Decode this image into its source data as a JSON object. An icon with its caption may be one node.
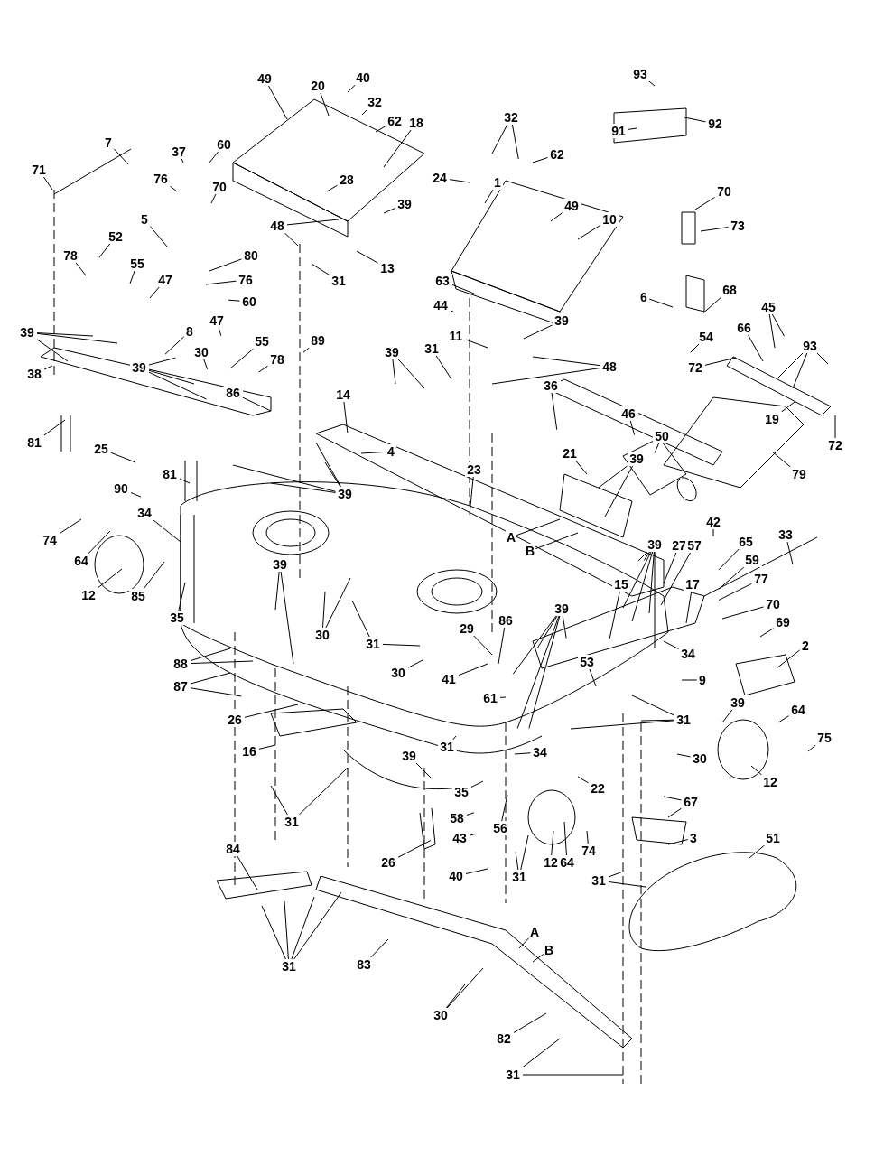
{
  "diagram": {
    "nodes": [
      {
        "text": [
          "93"
        ]
      },
      {
        "text": [
          "40"
        ]
      },
      {
        "text": [
          "49"
        ]
      },
      {
        "text": [
          "20"
        ]
      },
      {
        "text": [
          "32"
        ]
      },
      {
        "text": [
          "32"
        ]
      },
      {
        "text": [
          "18"
        ]
      },
      {
        "text": [
          "62"
        ]
      },
      {
        "text": [
          "92"
        ]
      },
      {
        "text": [
          "91"
        ]
      },
      {
        "text": [
          "7"
        ]
      },
      {
        "text": [
          "60"
        ]
      },
      {
        "text": [
          "37"
        ]
      },
      {
        "text": [
          "62"
        ]
      },
      {
        "text": [
          "71"
        ]
      },
      {
        "text": [
          "24"
        ]
      },
      {
        "text": [
          "76"
        ]
      },
      {
        "text": [
          "28"
        ]
      },
      {
        "text": [
          "1"
        ]
      },
      {
        "text": [
          "70"
        ]
      },
      {
        "text": [
          "70"
        ]
      },
      {
        "text": [
          "39"
        ]
      },
      {
        "text": [
          "49"
        ]
      },
      {
        "text": [
          "5"
        ]
      },
      {
        "text": [
          "10"
        ]
      },
      {
        "text": [
          "48"
        ]
      },
      {
        "text": [
          "73"
        ]
      },
      {
        "text": [
          "52"
        ]
      },
      {
        "text": [
          "78"
        ]
      },
      {
        "text": [
          "80"
        ]
      },
      {
        "text": [
          "55"
        ]
      },
      {
        "text": [
          "13"
        ]
      },
      {
        "text": [
          "76"
        ]
      },
      {
        "text": [
          "47"
        ]
      },
      {
        "text": [
          "63"
        ]
      },
      {
        "text": [
          "31"
        ]
      },
      {
        "text": [
          "68"
        ]
      },
      {
        "text": [
          "6"
        ]
      },
      {
        "text": [
          "60"
        ]
      },
      {
        "text": [
          "44"
        ]
      },
      {
        "text": [
          "45"
        ]
      },
      {
        "text": [
          "39"
        ]
      },
      {
        "text": [
          "47"
        ]
      },
      {
        "text": [
          "66"
        ]
      },
      {
        "text": [
          "39"
        ]
      },
      {
        "text": [
          "8"
        ]
      },
      {
        "text": [
          "11"
        ]
      },
      {
        "text": [
          "54"
        ]
      },
      {
        "text": [
          "55"
        ]
      },
      {
        "text": [
          "89"
        ]
      },
      {
        "text": [
          "93"
        ]
      },
      {
        "text": [
          "31"
        ]
      },
      {
        "text": [
          "30"
        ]
      },
      {
        "text": [
          "39"
        ]
      },
      {
        "text": [
          "78"
        ]
      },
      {
        "text": [
          "48"
        ]
      },
      {
        "text": [
          "72"
        ]
      },
      {
        "text": [
          "39"
        ]
      },
      {
        "text": [
          "38"
        ]
      },
      {
        "text": [
          "36"
        ]
      },
      {
        "text": [
          "86"
        ]
      },
      {
        "text": [
          "14"
        ]
      },
      {
        "text": [
          "46"
        ]
      },
      {
        "text": [
          "19"
        ]
      },
      {
        "text": [
          "50"
        ]
      },
      {
        "text": [
          "81"
        ]
      },
      {
        "text": [
          "72"
        ]
      },
      {
        "text": [
          "25"
        ]
      },
      {
        "text": [
          "4"
        ]
      },
      {
        "text": [
          "21"
        ]
      },
      {
        "text": [
          "39"
        ]
      },
      {
        "text": [
          "23"
        ]
      },
      {
        "text": [
          "81"
        ]
      },
      {
        "text": [
          "79"
        ]
      },
      {
        "text": [
          "90"
        ]
      },
      {
        "text": [
          "39"
        ]
      },
      {
        "text": [
          "34"
        ]
      },
      {
        "text": [
          "42"
        ]
      },
      {
        "text": [
          "33"
        ]
      },
      {
        "text": [
          "A"
        ]
      },
      {
        "text": [
          "74"
        ]
      },
      {
        "text": [
          "65"
        ]
      },
      {
        "text": [
          "39"
        ]
      },
      {
        "text": [
          "27"
        ]
      },
      {
        "text": [
          "57"
        ]
      },
      {
        "text": [
          "B"
        ]
      },
      {
        "text": [
          "59"
        ]
      },
      {
        "text": [
          "64"
        ]
      },
      {
        "text": [
          "39"
        ]
      },
      {
        "text": [
          "77"
        ]
      },
      {
        "text": [
          "15"
        ]
      },
      {
        "text": [
          "17"
        ]
      },
      {
        "text": [
          "12"
        ]
      },
      {
        "text": [
          "85"
        ]
      },
      {
        "text": [
          "70"
        ]
      },
      {
        "text": [
          "39"
        ]
      },
      {
        "text": [
          "35"
        ]
      },
      {
        "text": [
          "86"
        ]
      },
      {
        "text": [
          "69"
        ]
      },
      {
        "text": [
          "29"
        ]
      },
      {
        "text": [
          "30"
        ]
      },
      {
        "text": [
          "31"
        ]
      },
      {
        "text": [
          "2"
        ]
      },
      {
        "text": [
          "34"
        ]
      },
      {
        "text": [
          "53"
        ]
      },
      {
        "text": [
          "88"
        ]
      },
      {
        "text": [
          "30"
        ]
      },
      {
        "text": [
          "41"
        ]
      },
      {
        "text": [
          "9"
        ]
      },
      {
        "text": [
          "87"
        ]
      },
      {
        "text": [
          "31"
        ]
      },
      {
        "text": [
          "61"
        ]
      },
      {
        "text": [
          "39"
        ]
      },
      {
        "text": [
          "64"
        ]
      },
      {
        "text": [
          "26"
        ]
      },
      {
        "text": [
          "75"
        ]
      },
      {
        "text": [
          "31"
        ]
      },
      {
        "text": [
          "16"
        ]
      },
      {
        "text": [
          "34"
        ]
      },
      {
        "text": [
          "39"
        ]
      },
      {
        "text": [
          "30"
        ]
      },
      {
        "text": [
          "12"
        ]
      },
      {
        "text": [
          "22"
        ]
      },
      {
        "text": [
          "35"
        ]
      },
      {
        "text": [
          "67"
        ]
      },
      {
        "text": [
          "58"
        ]
      },
      {
        "text": [
          "31"
        ]
      },
      {
        "text": [
          "56"
        ]
      },
      {
        "text": [
          "3"
        ]
      },
      {
        "text": [
          "43"
        ]
      },
      {
        "text": [
          "51"
        ]
      },
      {
        "text": [
          "84"
        ]
      },
      {
        "text": [
          "74"
        ]
      },
      {
        "text": [
          "12"
        ]
      },
      {
        "text": [
          "64"
        ]
      },
      {
        "text": [
          "26"
        ]
      },
      {
        "text": [
          "40"
        ]
      },
      {
        "text": [
          "31"
        ]
      },
      {
        "text": [
          "31"
        ]
      },
      {
        "text": [
          "A"
        ]
      },
      {
        "text": [
          "B"
        ]
      },
      {
        "text": [
          "83"
        ]
      },
      {
        "text": [
          "31"
        ]
      },
      {
        "text": [
          "30"
        ]
      },
      {
        "text": [
          "82"
        ]
      },
      {
        "text": [
          "31"
        ]
      }
    ],
    "edges": [
      {
        "from": 0,
        "to": null,
        "arrow": "none"
      },
      {
        "from": 1,
        "to": null,
        "arrow": "none"
      },
      {
        "from": 2,
        "to": null,
        "arrow": "none"
      },
      {
        "from": 3,
        "to": null,
        "arrow": "none"
      },
      {
        "from": 4,
        "to": null,
        "arrow": "none"
      },
      {
        "from": 5,
        "to": null,
        "arrow": "none"
      },
      {
        "from": 5,
        "to": null,
        "arrow": "none"
      },
      {
        "from": 6,
        "to": null,
        "arrow": "none"
      },
      {
        "from": 7,
        "to": null,
        "arrow": "none"
      },
      {
        "from": 8,
        "to": null,
        "arrow": "none"
      },
      {
        "from": 9,
        "to": null,
        "arrow": "none"
      },
      {
        "from": 10,
        "to": null,
        "arrow": "none"
      },
      {
        "from": 11,
        "to": null,
        "arrow": "none"
      },
      {
        "from": 12,
        "to": null,
        "arrow": "none"
      },
      {
        "from": 13,
        "to": null,
        "arrow": "none"
      },
      {
        "from": 14,
        "to": null,
        "arrow": "none"
      },
      {
        "from": 15,
        "to": null,
        "arrow": "none"
      },
      {
        "from": 16,
        "to": null,
        "arrow": "none"
      },
      {
        "from": 17,
        "to": null,
        "arrow": "none"
      },
      {
        "from": 18,
        "to": null,
        "arrow": "none"
      },
      {
        "from": 19,
        "to": null,
        "arrow": "none"
      },
      {
        "from": 20,
        "to": null,
        "arrow": "none"
      },
      {
        "from": 21,
        "to": null,
        "arrow": "none"
      },
      {
        "from": 22,
        "to": null,
        "arrow": "none"
      },
      {
        "from": 23,
        "to": null,
        "arrow": "none"
      },
      {
        "from": 24,
        "to": null,
        "arrow": "none"
      },
      {
        "from": 25,
        "to": null,
        "arrow": "none"
      },
      {
        "from": 25,
        "to": null,
        "arrow": "none"
      },
      {
        "from": 26,
        "to": null,
        "arrow": "none"
      },
      {
        "from": 27,
        "to": null,
        "arrow": "none"
      },
      {
        "from": 28,
        "to": null,
        "arrow": "none"
      },
      {
        "from": 29,
        "to": null,
        "arrow": "none"
      },
      {
        "from": 30,
        "to": null,
        "arrow": "none"
      },
      {
        "from": 31,
        "to": null,
        "arrow": "none"
      },
      {
        "from": 32,
        "to": null,
        "arrow": "none"
      },
      {
        "from": 33,
        "to": null,
        "arrow": "none"
      },
      {
        "from": 34,
        "to": null,
        "arrow": "none"
      },
      {
        "from": 35,
        "to": null,
        "arrow": "none"
      },
      {
        "from": 36,
        "to": null,
        "arrow": "none"
      },
      {
        "from": 37,
        "to": null,
        "arrow": "none"
      },
      {
        "from": 38,
        "to": null,
        "arrow": "none"
      },
      {
        "from": 39,
        "to": null,
        "arrow": "none"
      },
      {
        "from": 40,
        "to": null,
        "arrow": "none"
      },
      {
        "from": 40,
        "to": null,
        "arrow": "none"
      },
      {
        "from": 41,
        "to": null,
        "arrow": "none"
      },
      {
        "from": 42,
        "to": null,
        "arrow": "none"
      },
      {
        "from": 43,
        "to": null,
        "arrow": "none"
      },
      {
        "from": 44,
        "to": null,
        "arrow": "none"
      },
      {
        "from": 44,
        "to": null,
        "arrow": "none"
      },
      {
        "from": 44,
        "to": null,
        "arrow": "none"
      },
      {
        "from": 45,
        "to": null,
        "arrow": "none"
      },
      {
        "from": 46,
        "to": null,
        "arrow": "none"
      },
      {
        "from": 47,
        "to": null,
        "arrow": "none"
      },
      {
        "from": 48,
        "to": null,
        "arrow": "none"
      },
      {
        "from": 49,
        "to": null,
        "arrow": "none"
      },
      {
        "from": 50,
        "to": null,
        "arrow": "none"
      },
      {
        "from": 50,
        "to": null,
        "arrow": "none"
      },
      {
        "from": 50,
        "to": null,
        "arrow": "none"
      },
      {
        "from": 51,
        "to": null,
        "arrow": "none"
      },
      {
        "from": 52,
        "to": null,
        "arrow": "none"
      },
      {
        "from": 53,
        "to": null,
        "arrow": "none"
      },
      {
        "from": 53,
        "to": null,
        "arrow": "none"
      },
      {
        "from": 54,
        "to": null,
        "arrow": "none"
      },
      {
        "from": 55,
        "to": null,
        "arrow": "none"
      },
      {
        "from": 55,
        "to": null,
        "arrow": "none"
      },
      {
        "from": 56,
        "to": null,
        "arrow": "none"
      },
      {
        "from": 57,
        "to": null,
        "arrow": "none"
      },
      {
        "from": 57,
        "to": null,
        "arrow": "none"
      },
      {
        "from": 57,
        "to": null,
        "arrow": "none"
      },
      {
        "from": 58,
        "to": null,
        "arrow": "none"
      },
      {
        "from": 59,
        "to": null,
        "arrow": "none"
      },
      {
        "from": 60,
        "to": null,
        "arrow": "none"
      },
      {
        "from": 61,
        "to": null,
        "arrow": "none"
      },
      {
        "from": 62,
        "to": null,
        "arrow": "none"
      },
      {
        "from": 63,
        "to": null,
        "arrow": "none"
      },
      {
        "from": 64,
        "to": null,
        "arrow": "none"
      },
      {
        "from": 65,
        "to": null,
        "arrow": "none"
      },
      {
        "from": 66,
        "to": null,
        "arrow": "none"
      },
      {
        "from": 67,
        "to": null,
        "arrow": "none"
      },
      {
        "from": 68,
        "to": null,
        "arrow": "none"
      },
      {
        "from": 69,
        "to": null,
        "arrow": "none"
      },
      {
        "from": 70,
        "to": null,
        "arrow": "none"
      },
      {
        "from": 70,
        "to": null,
        "arrow": "none"
      },
      {
        "from": 71,
        "to": null,
        "arrow": "none"
      },
      {
        "from": 72,
        "to": null,
        "arrow": "none"
      },
      {
        "from": 73,
        "to": null,
        "arrow": "none"
      },
      {
        "from": 74,
        "to": null,
        "arrow": "none"
      },
      {
        "from": 75,
        "to": null,
        "arrow": "none"
      },
      {
        "from": 75,
        "to": null,
        "arrow": "none"
      },
      {
        "from": 75,
        "to": null,
        "arrow": "none"
      },
      {
        "from": 75,
        "to": null,
        "arrow": "none"
      },
      {
        "from": 76,
        "to": null,
        "arrow": "none"
      },
      {
        "from": 77,
        "to": null,
        "arrow": "none"
      },
      {
        "from": 78,
        "to": null,
        "arrow": "none"
      },
      {
        "from": 79,
        "to": null,
        "arrow": "none"
      },
      {
        "from": 80,
        "to": null,
        "arrow": "none"
      },
      {
        "from": 81,
        "to": null,
        "arrow": "none"
      },
      {
        "from": 82,
        "to": null,
        "arrow": "none"
      },
      {
        "from": 82,
        "to": null,
        "arrow": "none"
      },
      {
        "from": 82,
        "to": null,
        "arrow": "none"
      },
      {
        "from": 82,
        "to": null,
        "arrow": "none"
      },
      {
        "from": 82,
        "to": null,
        "arrow": "none"
      },
      {
        "from": 82,
        "to": null,
        "arrow": "none"
      },
      {
        "from": 83,
        "to": null,
        "arrow": "none"
      },
      {
        "from": 84,
        "to": null,
        "arrow": "none"
      },
      {
        "from": 85,
        "to": null,
        "arrow": "none"
      },
      {
        "from": 86,
        "to": null,
        "arrow": "none"
      },
      {
        "from": 87,
        "to": null,
        "arrow": "none"
      },
      {
        "from": 88,
        "to": null,
        "arrow": "none"
      },
      {
        "from": 88,
        "to": null,
        "arrow": "none"
      },
      {
        "from": 89,
        "to": null,
        "arrow": "none"
      },
      {
        "from": 90,
        "to": null,
        "arrow": "none"
      },
      {
        "from": 91,
        "to": null,
        "arrow": "none"
      },
      {
        "from": 92,
        "to": null,
        "arrow": "none"
      },
      {
        "from": 93,
        "to": null,
        "arrow": "none"
      },
      {
        "from": 94,
        "to": null,
        "arrow": "none"
      },
      {
        "from": 95,
        "to": null,
        "arrow": "none"
      },
      {
        "from": 95,
        "to": null,
        "arrow": "none"
      },
      {
        "from": 95,
        "to": null,
        "arrow": "none"
      },
      {
        "from": 95,
        "to": null,
        "arrow": "none"
      },
      {
        "from": 95,
        "to": null,
        "arrow": "none"
      },
      {
        "from": 96,
        "to": null,
        "arrow": "none"
      },
      {
        "from": 97,
        "to": null,
        "arrow": "none"
      },
      {
        "from": 98,
        "to": null,
        "arrow": "none"
      },
      {
        "from": 99,
        "to": null,
        "arrow": "none"
      },
      {
        "from": 100,
        "to": null,
        "arrow": "none"
      },
      {
        "from": 100,
        "to": null,
        "arrow": "none"
      },
      {
        "from": 101,
        "to": null,
        "arrow": "none"
      },
      {
        "from": 101,
        "to": null,
        "arrow": "none"
      },
      {
        "from": 102,
        "to": null,
        "arrow": "none"
      },
      {
        "from": 103,
        "to": null,
        "arrow": "none"
      },
      {
        "from": 104,
        "to": null,
        "arrow": "none"
      },
      {
        "from": 105,
        "to": null,
        "arrow": "none"
      },
      {
        "from": 105,
        "to": null,
        "arrow": "none"
      },
      {
        "from": 106,
        "to": null,
        "arrow": "none"
      },
      {
        "from": 107,
        "to": null,
        "arrow": "none"
      },
      {
        "from": 108,
        "to": null,
        "arrow": "none"
      },
      {
        "from": 109,
        "to": null,
        "arrow": "none"
      },
      {
        "from": 109,
        "to": null,
        "arrow": "none"
      },
      {
        "from": 110,
        "to": null,
        "arrow": "none"
      },
      {
        "from": 110,
        "to": null,
        "arrow": "none"
      },
      {
        "from": 110,
        "to": null,
        "arrow": "none"
      },
      {
        "from": 111,
        "to": null,
        "arrow": "none"
      },
      {
        "from": 112,
        "to": null,
        "arrow": "none"
      },
      {
        "from": 113,
        "to": null,
        "arrow": "none"
      },
      {
        "from": 114,
        "to": null,
        "arrow": "none"
      },
      {
        "from": 115,
        "to": null,
        "arrow": "none"
      },
      {
        "from": 116,
        "to": null,
        "arrow": "none"
      },
      {
        "from": 117,
        "to": null,
        "arrow": "none"
      },
      {
        "from": 118,
        "to": null,
        "arrow": "none"
      },
      {
        "from": 119,
        "to": null,
        "arrow": "none"
      },
      {
        "from": 120,
        "to": null,
        "arrow": "none"
      },
      {
        "from": 121,
        "to": null,
        "arrow": "none"
      },
      {
        "from": 122,
        "to": null,
        "arrow": "none"
      },
      {
        "from": 123,
        "to": null,
        "arrow": "none"
      },
      {
        "from": 124,
        "to": null,
        "arrow": "none"
      },
      {
        "from": 124,
        "to": null,
        "arrow": "none"
      },
      {
        "from": 125,
        "to": null,
        "arrow": "none"
      },
      {
        "from": 126,
        "to": null,
        "arrow": "none"
      },
      {
        "from": 126,
        "to": null,
        "arrow": "none"
      },
      {
        "from": 127,
        "to": null,
        "arrow": "none"
      },
      {
        "from": 128,
        "to": null,
        "arrow": "none"
      },
      {
        "from": 129,
        "to": null,
        "arrow": "none"
      },
      {
        "from": 130,
        "to": null,
        "arrow": "none"
      },
      {
        "from": 131,
        "to": null,
        "arrow": "none"
      },
      {
        "from": 132,
        "to": null,
        "arrow": "none"
      },
      {
        "from": 133,
        "to": null,
        "arrow": "none"
      },
      {
        "from": 134,
        "to": null,
        "arrow": "none"
      },
      {
        "from": 135,
        "to": null,
        "arrow": "none"
      },
      {
        "from": 136,
        "to": null,
        "arrow": "none"
      },
      {
        "from": 137,
        "to": null,
        "arrow": "none"
      },
      {
        "from": 137,
        "to": null,
        "arrow": "none"
      },
      {
        "from": 138,
        "to": null,
        "arrow": "none"
      },
      {
        "from": 138,
        "to": null,
        "arrow": "none"
      },
      {
        "from": 139,
        "to": null,
        "arrow": "none"
      },
      {
        "from": 140,
        "to": null,
        "arrow": "none"
      },
      {
        "from": 141,
        "to": null,
        "arrow": "none"
      },
      {
        "from": 142,
        "to": null,
        "arrow": "none"
      },
      {
        "from": 142,
        "to": null,
        "arrow": "none"
      },
      {
        "from": 142,
        "to": null,
        "arrow": "none"
      },
      {
        "from": 142,
        "to": null,
        "arrow": "none"
      },
      {
        "from": 143,
        "to": null,
        "arrow": "none"
      },
      {
        "from": 143,
        "to": null,
        "arrow": "none"
      },
      {
        "from": 144,
        "to": null,
        "arrow": "none"
      },
      {
        "from": 145,
        "to": null,
        "arrow": "none"
      },
      {
        "from": 145,
        "to": null,
        "arrow": "none"
      }
    ]
  }
}
